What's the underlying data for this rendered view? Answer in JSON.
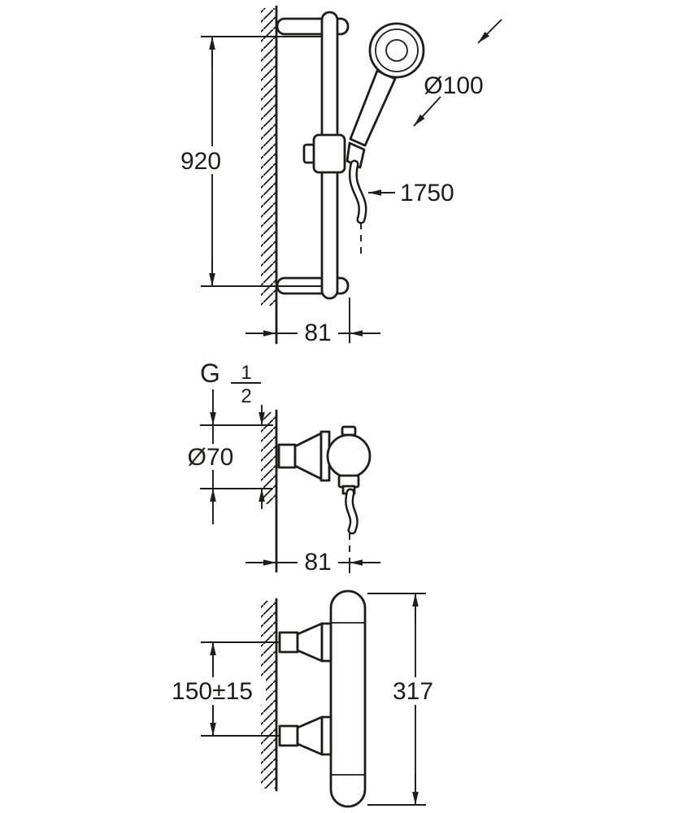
{
  "colors": {
    "ink": "#1d1d1b",
    "background": "#ffffff"
  },
  "diagram": {
    "shower_rail": {
      "rail_height": "920",
      "head_diameter": "Ø100",
      "hose_length": "1750",
      "wall_distance": "81"
    },
    "mixer_valve": {
      "thread_prefix": "G",
      "thread_numerator": "1",
      "thread_denominator": "2",
      "escutcheon_diameter": "Ø70",
      "wall_distance": "81"
    },
    "thermostat": {
      "connection_spacing": "150±15",
      "total_height": "317"
    }
  }
}
